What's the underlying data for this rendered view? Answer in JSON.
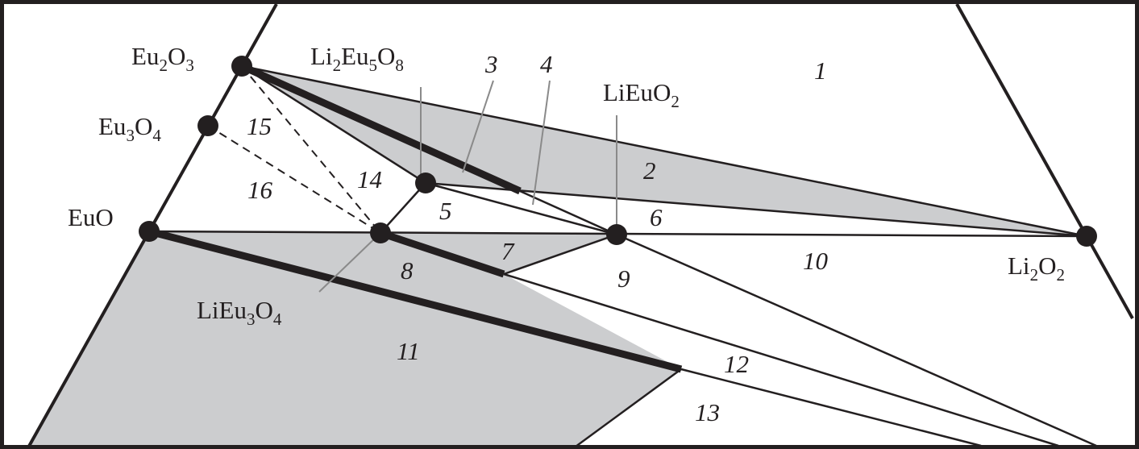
{
  "diagram": {
    "type": "phase-diagram",
    "compounds": [
      {
        "id": "Eu2O3",
        "base": [
          [
            "Eu",
            "2"
          ],
          [
            "O",
            "3"
          ]
        ]
      },
      {
        "id": "Eu3O4",
        "base": [
          [
            "Eu",
            "3"
          ],
          [
            "O",
            "4"
          ]
        ]
      },
      {
        "id": "EuO",
        "base": [
          [
            "EuO",
            ""
          ]
        ]
      },
      {
        "id": "Li2Eu5O8",
        "base": [
          [
            "Li",
            "2"
          ],
          [
            "Eu",
            "5"
          ],
          [
            "O",
            "8"
          ]
        ]
      },
      {
        "id": "LiEuO2",
        "base": [
          [
            "LiEuO",
            "2"
          ]
        ]
      },
      {
        "id": "LiEu3O4",
        "base": [
          [
            "LiEu",
            "3"
          ],
          [
            "O",
            "4"
          ]
        ]
      },
      {
        "id": "Li2O2",
        "base": [
          [
            "Li",
            "2"
          ],
          [
            "O",
            "2"
          ]
        ]
      }
    ],
    "regions": [
      "1",
      "2",
      "3",
      "4",
      "5",
      "6",
      "7",
      "8",
      "9",
      "10",
      "11",
      "12",
      "13",
      "14",
      "15",
      "16"
    ],
    "colors": {
      "line": "#231f20",
      "fill": "#cccdcf",
      "leader": "#8a8a8a"
    }
  }
}
